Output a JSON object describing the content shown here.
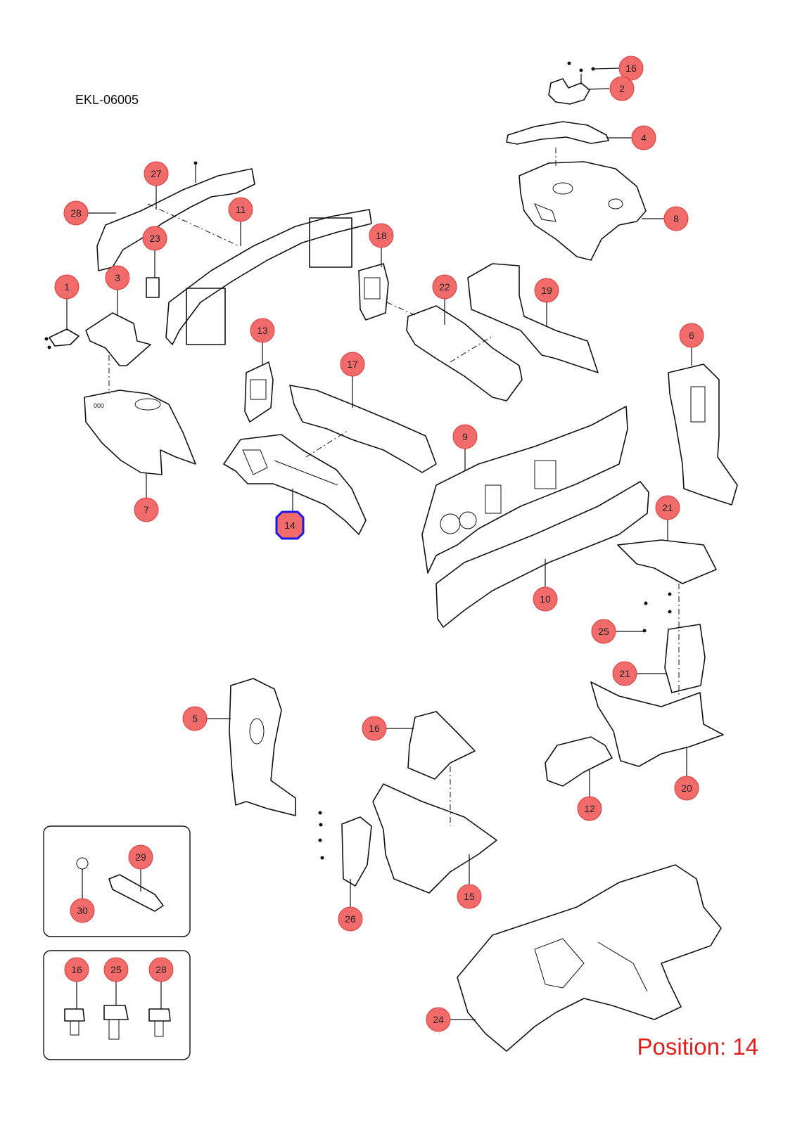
{
  "diagram_code": "EKL-06005",
  "position_text": "Position: 14",
  "colors": {
    "callout_fill": "#f26b6b",
    "callout_stroke": "#d83c3c",
    "highlight": "#1a1ae6",
    "position_text": "#e0201c"
  },
  "callouts": [
    {
      "id": "c16a",
      "label": "16"
    },
    {
      "id": "c2",
      "label": "2"
    },
    {
      "id": "c4",
      "label": "4"
    },
    {
      "id": "c8",
      "label": "8"
    },
    {
      "id": "c27",
      "label": "27"
    },
    {
      "id": "c28a",
      "label": "28"
    },
    {
      "id": "c11",
      "label": "11"
    },
    {
      "id": "c23",
      "label": "23"
    },
    {
      "id": "c18",
      "label": "18"
    },
    {
      "id": "c1",
      "label": "1"
    },
    {
      "id": "c3",
      "label": "3"
    },
    {
      "id": "c22",
      "label": "22"
    },
    {
      "id": "c19",
      "label": "19"
    },
    {
      "id": "c13",
      "label": "13"
    },
    {
      "id": "c17",
      "label": "17"
    },
    {
      "id": "c6",
      "label": "6"
    },
    {
      "id": "c9",
      "label": "9"
    },
    {
      "id": "c7",
      "label": "7"
    },
    {
      "id": "c14",
      "label": "14",
      "active": true
    },
    {
      "id": "c21a",
      "label": "21"
    },
    {
      "id": "c10",
      "label": "10"
    },
    {
      "id": "c25a",
      "label": "25"
    },
    {
      "id": "c21b",
      "label": "21"
    },
    {
      "id": "c5",
      "label": "5"
    },
    {
      "id": "c16b",
      "label": "16"
    },
    {
      "id": "c12",
      "label": "12"
    },
    {
      "id": "c20",
      "label": "20"
    },
    {
      "id": "c29",
      "label": "29"
    },
    {
      "id": "c30",
      "label": "30"
    },
    {
      "id": "c26",
      "label": "26"
    },
    {
      "id": "c15",
      "label": "15"
    },
    {
      "id": "c16c",
      "label": "16"
    },
    {
      "id": "c25b",
      "label": "25"
    },
    {
      "id": "c28b",
      "label": "28"
    },
    {
      "id": "c24",
      "label": "24"
    }
  ]
}
